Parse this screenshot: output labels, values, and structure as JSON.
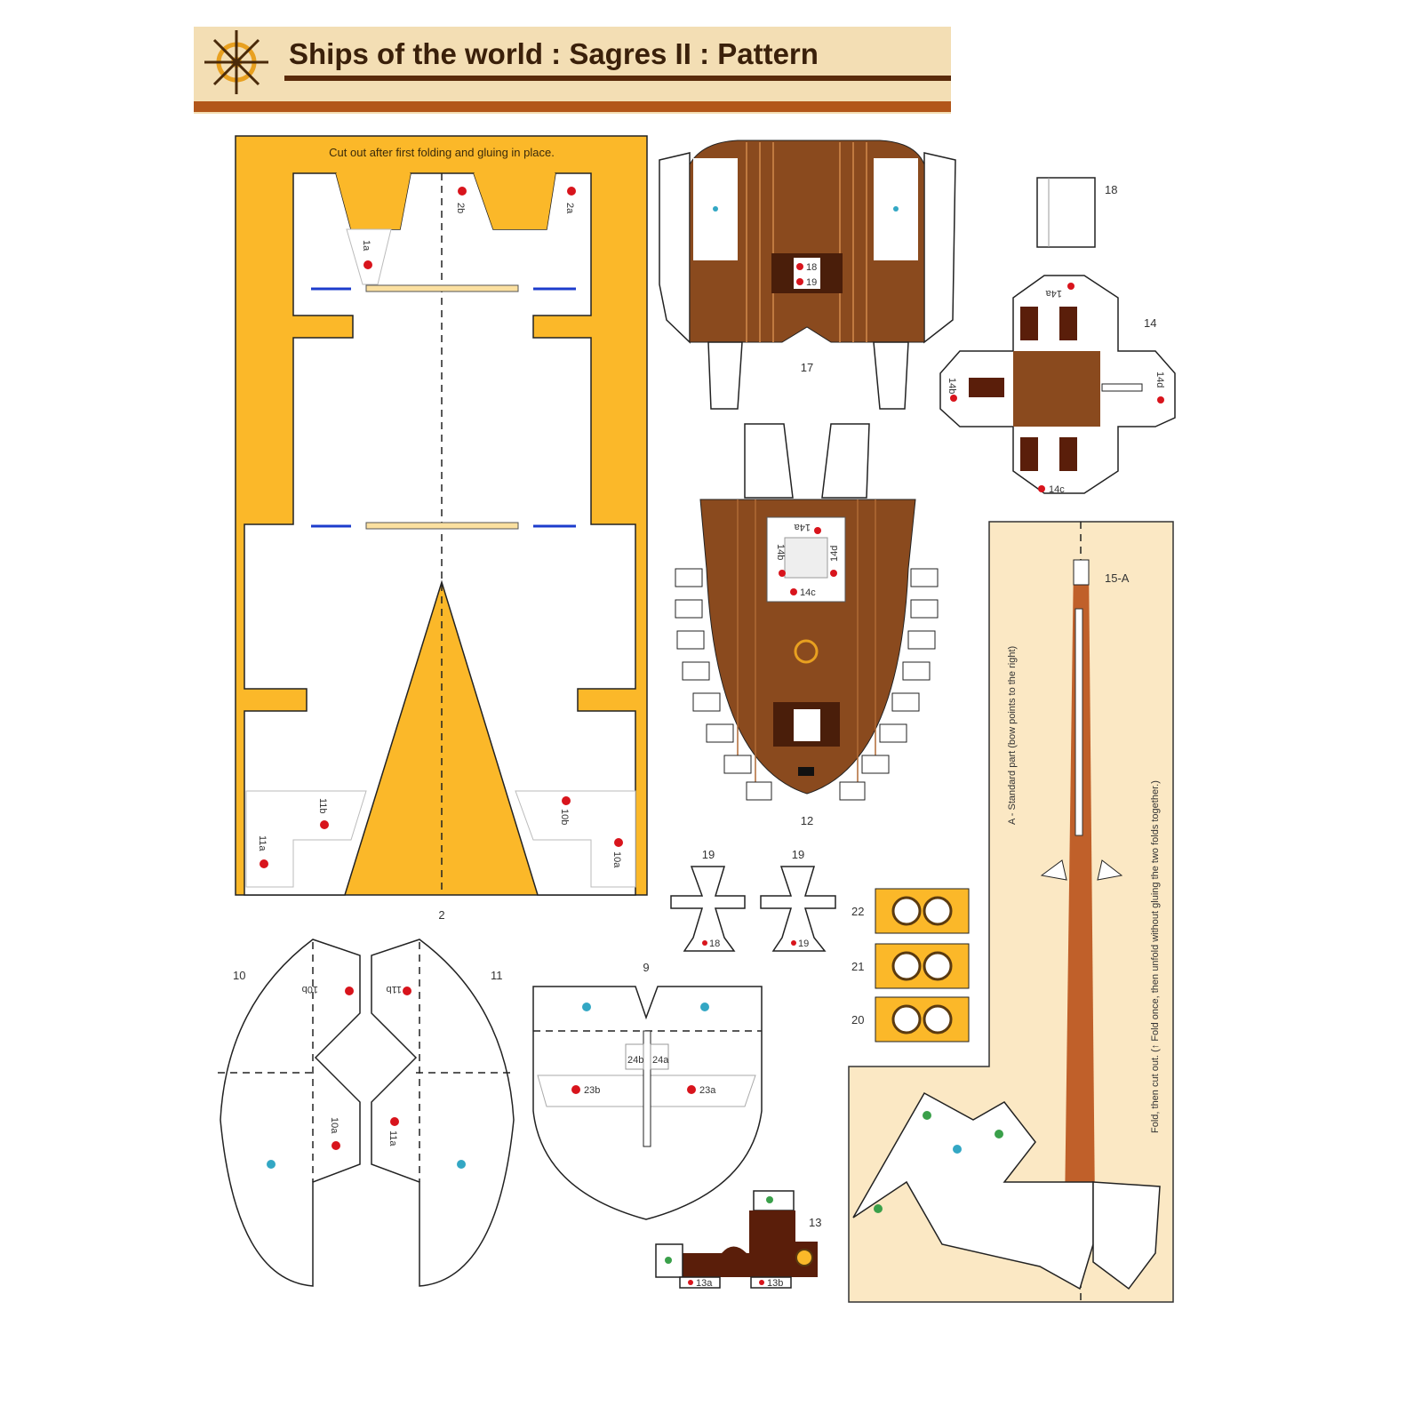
{
  "header": {
    "title": "Ships of the world : Sagres II : Pattern",
    "logo": "ship-wheel-icon"
  },
  "colors": {
    "header_bg": "#f3deb4",
    "header_line": "#5a2a0a",
    "header_band": "#b2561a",
    "yellow": "#fbb829",
    "deck_brown": "#8a4a1e",
    "mast_brown": "#c0602a",
    "panel_beige": "#fbe8c4",
    "glue_red": "#d8141c",
    "glue_blue": "#33a7c4",
    "arrow_blue": "#1c3ccc"
  },
  "part2": {
    "instruction": "Cut out after first folding and gluing in place.",
    "number": "2",
    "codes": [
      "2b",
      "2a",
      "1a",
      "11b",
      "11a",
      "10b",
      "10a"
    ]
  },
  "part17": {
    "number": "17",
    "codes": [
      "18",
      "19"
    ]
  },
  "part18": {
    "number": "18"
  },
  "part14": {
    "number": "14",
    "codes": [
      "14b",
      "14c",
      "14d",
      "14a"
    ]
  },
  "part12": {
    "number": "12",
    "codes": [
      "14a",
      "14b",
      "14d",
      "14c"
    ]
  },
  "part15": {
    "number": "15-A",
    "label_a": "A - Standard part (bow points to the right)",
    "fold_note": "Fold, then cut out. (↑ Fold once, then unfold without gluing the two folds together.)"
  },
  "part19": {
    "numbers": [
      "19",
      "19"
    ],
    "codes": [
      "18",
      "19"
    ]
  },
  "parts_small": {
    "n22": "22",
    "n21": "21",
    "n20": "20"
  },
  "part10": {
    "number": "10",
    "codes": [
      "10b",
      "10a"
    ]
  },
  "part11": {
    "number": "11",
    "codes": [
      "11b",
      "11a"
    ]
  },
  "part9": {
    "number": "9",
    "codes": [
      "23b",
      "23a",
      "24b",
      "24a"
    ]
  },
  "part13": {
    "number": "13",
    "codes": [
      "13a",
      "13b"
    ]
  }
}
